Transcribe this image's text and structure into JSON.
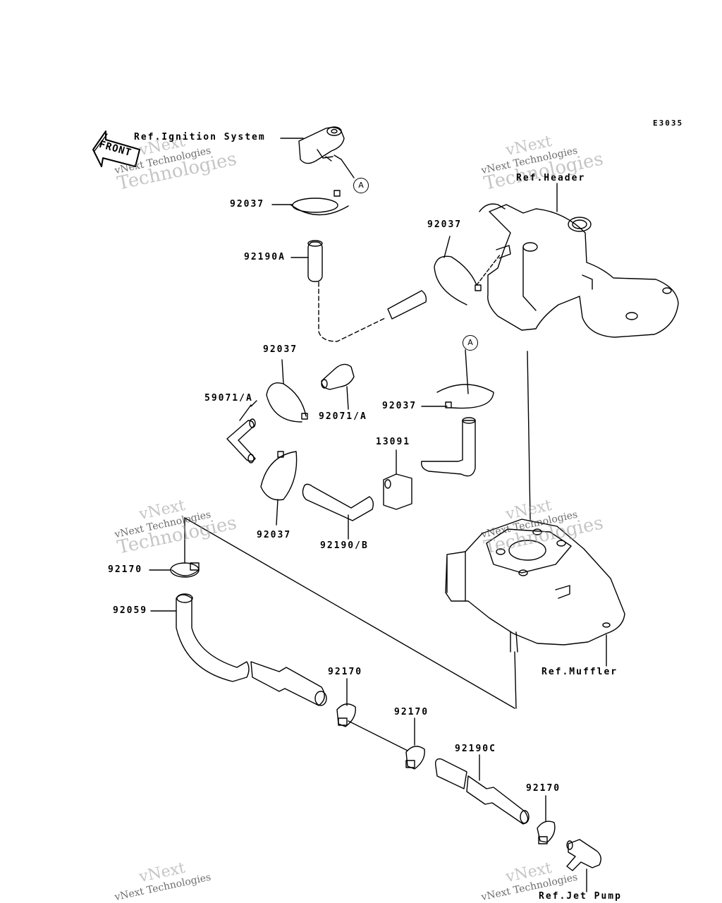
{
  "diagram_code": "E3035",
  "front_label": "FRONT",
  "callout_letter": "A",
  "watermark": {
    "line1": "vNext",
    "line2": "vNext Technologies",
    "line3": "Technologies"
  },
  "references": {
    "ignition": "Ref.Ignition System",
    "header": "Ref.Header",
    "muffler": "Ref.Muffler",
    "jet_pump": "Ref.Jet Pump"
  },
  "parts": {
    "p92037_a": "92037",
    "p92190a": "92190A",
    "p92037_b": "92037",
    "p92037_c": "92037",
    "p59071a": "59071/A",
    "p92071a": "92071/A",
    "p92037_d": "92037",
    "p13091": "13091",
    "p92037_e": "92037",
    "p92190b": "92190/B",
    "p92170_a": "92170",
    "p92059": "92059",
    "p92170_b": "92170",
    "p92170_c": "92170",
    "p92190c": "92190C",
    "p92170_d": "92170"
  }
}
